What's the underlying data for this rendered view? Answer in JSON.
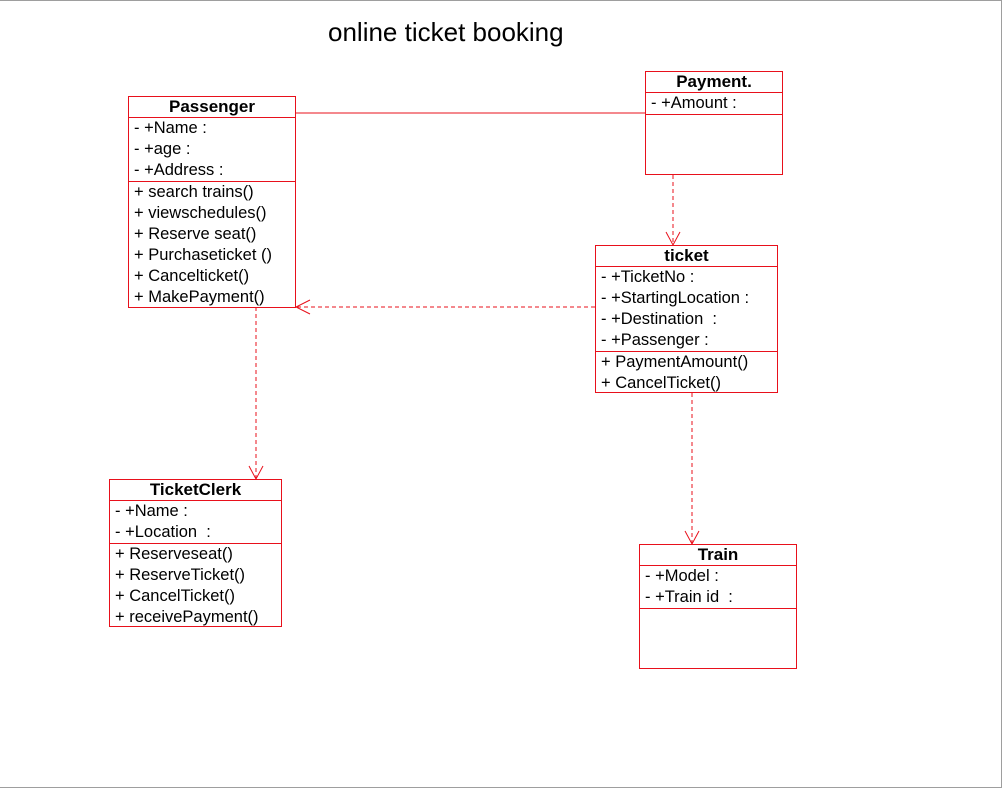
{
  "title": "online ticket booking",
  "colors": {
    "line": "#e8101b",
    "background": "#ffffff",
    "text": "#000000"
  },
  "classes": {
    "passenger": {
      "name": "Passenger",
      "attributes": [
        "- +Name :",
        "- +age :",
        "- +Address :"
      ],
      "methods": [
        "+ search trains()",
        "+ viewschedules()",
        "+ Reserve seat()",
        "+ Purchaseticket ()",
        "+ Cancelticket()",
        "+ MakePayment()"
      ]
    },
    "payment": {
      "name": "Payment.",
      "attributes": [
        "- +Amount :"
      ],
      "methods": []
    },
    "ticket": {
      "name": "ticket",
      "attributes": [
        "- +TicketNo :",
        "- +StartingLocation :",
        "- +Destination  :",
        "- +Passenger :"
      ],
      "methods": [
        "+ PaymentAmount()",
        "+ CancelTicket()"
      ]
    },
    "ticketclerk": {
      "name": "TicketClerk",
      "attributes": [
        "- +Name :",
        "- +Location  :"
      ],
      "methods": [
        "+ Reserveseat()",
        "+ ReserveTicket()",
        "+ CancelTicket()",
        "+ receivePayment()"
      ]
    },
    "train": {
      "name": "Train",
      "attributes": [
        "- +Model :",
        "- +Train id  :"
      ],
      "methods": []
    }
  },
  "relations": [
    {
      "from": "passenger",
      "to": "payment",
      "kind": "association"
    },
    {
      "from": "payment",
      "to": "ticket",
      "kind": "dependency"
    },
    {
      "from": "ticket",
      "to": "passenger",
      "kind": "dependency"
    },
    {
      "from": "passenger",
      "to": "ticketclerk",
      "kind": "dependency"
    },
    {
      "from": "ticket",
      "to": "train",
      "kind": "dependency"
    }
  ]
}
